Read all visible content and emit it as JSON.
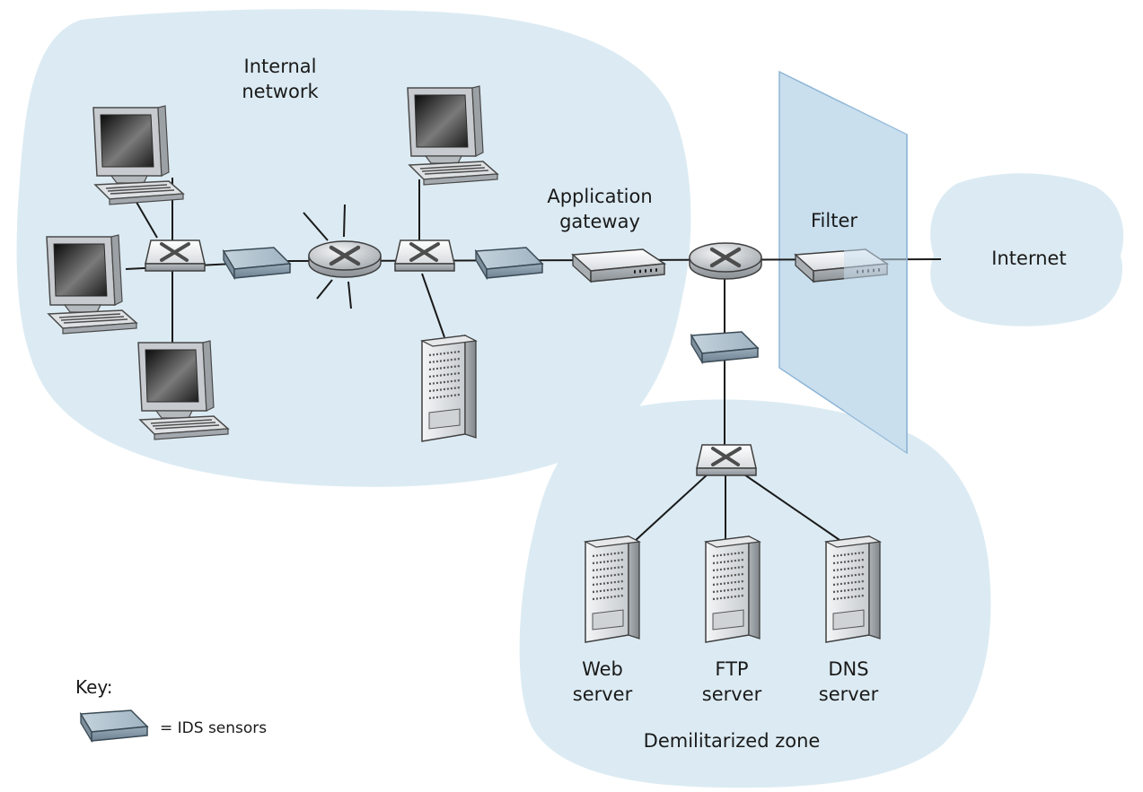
{
  "regions": {
    "internal": {
      "line1": "Internal",
      "line2": "network"
    },
    "internet": "Internet",
    "dmz": "Demilitarized zone"
  },
  "devices": {
    "app_gateway": {
      "line1": "Application",
      "line2": "gateway"
    },
    "filter": "Filter",
    "web_server": {
      "line1": "Web",
      "line2": "server"
    },
    "ftp_server": {
      "line1": "FTP",
      "line2": "server"
    },
    "dns_server": {
      "line1": "DNS",
      "line2": "server"
    }
  },
  "key": {
    "title": "Key:",
    "ids_label": "= IDS sensors"
  },
  "colors": {
    "region_fill": "#dcebf3",
    "firewall_fill": "#c9dfee",
    "firewall_edge": "#8fb6d6",
    "link": "#1a1a1a"
  }
}
